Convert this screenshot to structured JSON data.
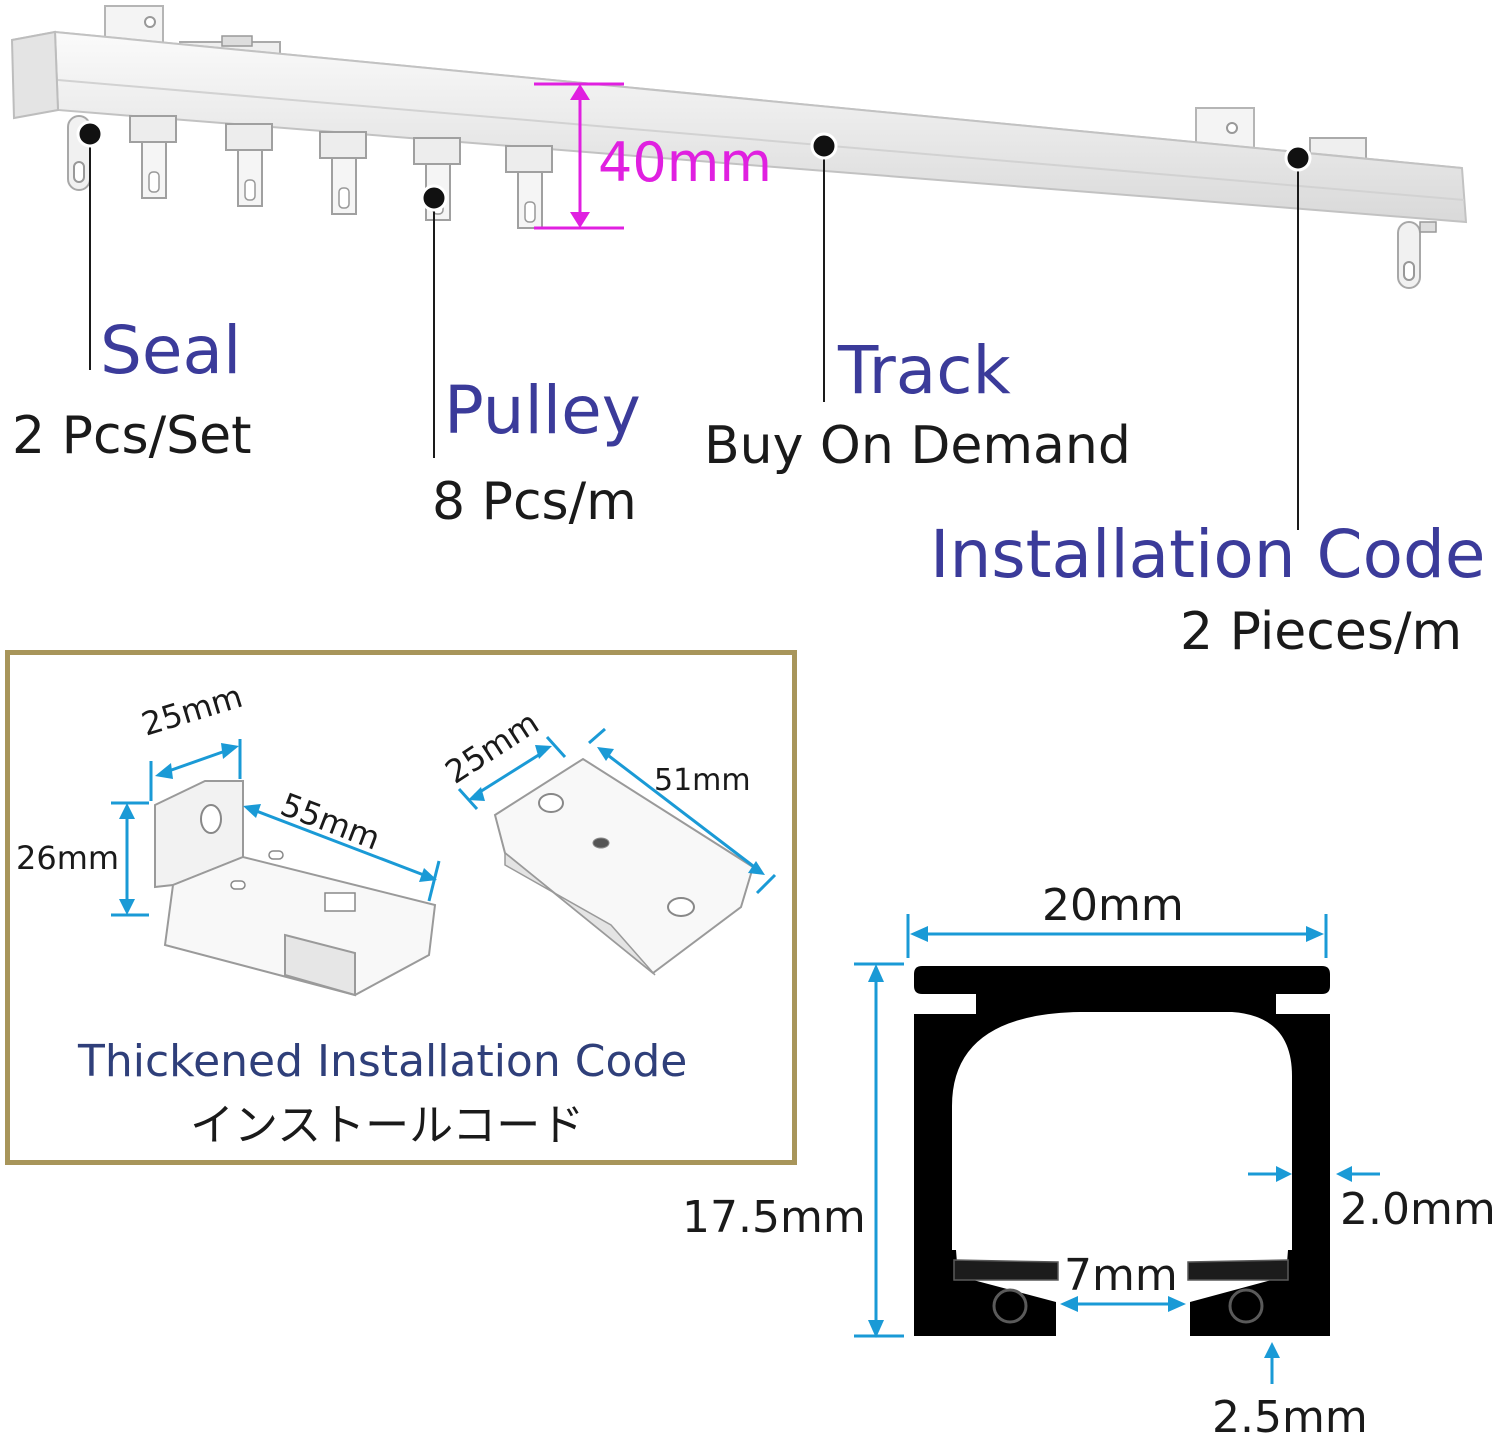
{
  "parts": {
    "seal": {
      "name": "Seal",
      "qty": "2 Pcs/Set"
    },
    "pulley": {
      "name": "Pulley",
      "qty": "8 Pcs/m"
    },
    "track": {
      "name": "Track",
      "qty": "Buy On Demand"
    },
    "installation_code": {
      "name": "Installation Code",
      "qty": "2 Pieces/m"
    }
  },
  "track_height": "40mm",
  "bracket_panel": {
    "caption_en": "Thickened Installation Code",
    "caption_jp": "インストールコード",
    "dims": {
      "l_width": "25mm",
      "l_length": "55mm",
      "l_height": "26mm",
      "flat_width": "25mm",
      "flat_length": "51mm"
    }
  },
  "profile": {
    "width": "20mm",
    "height": "17.5mm",
    "wall": "2.0mm",
    "gap": "7mm",
    "lip": "2.5mm"
  },
  "colors": {
    "part_name": "#3b3b9a",
    "dimension_line": "#1a9ad6",
    "highlight": "#e020e0",
    "frame": "#a8955a"
  }
}
